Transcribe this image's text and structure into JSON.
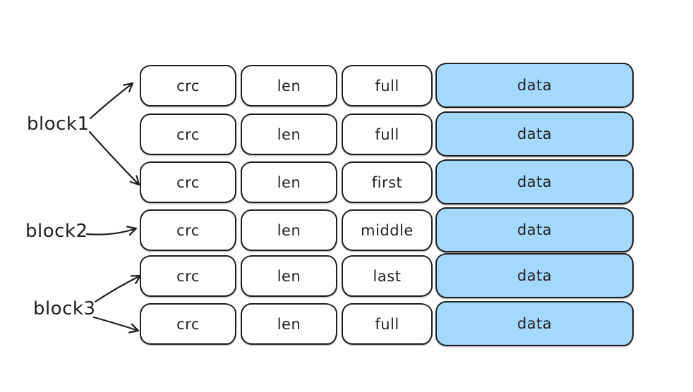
{
  "colors": {
    "data_fill": "#a5d8ff",
    "stroke": "#1e1e1e",
    "background": "#ffffff"
  },
  "blocks": [
    {
      "label": "block1",
      "arrows_to_rows": [
        1,
        3
      ]
    },
    {
      "label": "block2",
      "arrows_to_rows": [
        4
      ]
    },
    {
      "label": "block3",
      "arrows_to_rows": [
        5,
        6
      ]
    }
  ],
  "records": [
    {
      "crc": "crc",
      "len": "len",
      "type": "full",
      "data": "data"
    },
    {
      "crc": "crc",
      "len": "len",
      "type": "full",
      "data": "data"
    },
    {
      "crc": "crc",
      "len": "len",
      "type": "first",
      "data": "data"
    },
    {
      "crc": "crc",
      "len": "len",
      "type": "middle",
      "data": "data"
    },
    {
      "crc": "crc",
      "len": "len",
      "type": "last",
      "data": "data"
    },
    {
      "crc": "crc",
      "len": "len",
      "type": "full",
      "data": "data"
    }
  ]
}
